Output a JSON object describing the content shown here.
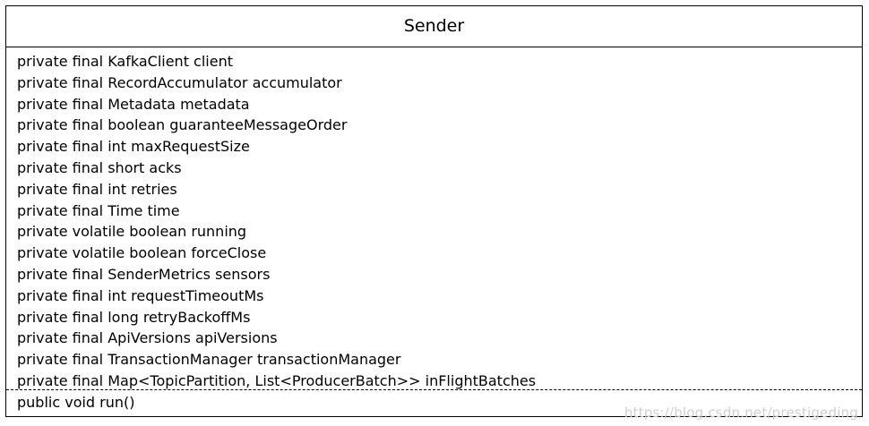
{
  "class_name": "Sender",
  "attributes": [
    "private final KafkaClient client",
    "private final RecordAccumulator accumulator",
    "private final Metadata metadata",
    "private final boolean guaranteeMessageOrder",
    "private final int maxRequestSize",
    "private final short acks",
    "private final int retries",
    "private final Time time",
    "private volatile boolean running",
    "private volatile boolean forceClose",
    "private final SenderMetrics sensors",
    "private final int requestTimeoutMs",
    "private final long retryBackoffMs",
    "private final ApiVersions apiVersions",
    "private final TransactionManager transactionManager",
    "private final Map<TopicPartition, List<ProducerBatch>> inFlightBatches"
  ],
  "methods": [
    "public void run()"
  ],
  "watermark": "https://blog.csdn.net/prestigeding"
}
